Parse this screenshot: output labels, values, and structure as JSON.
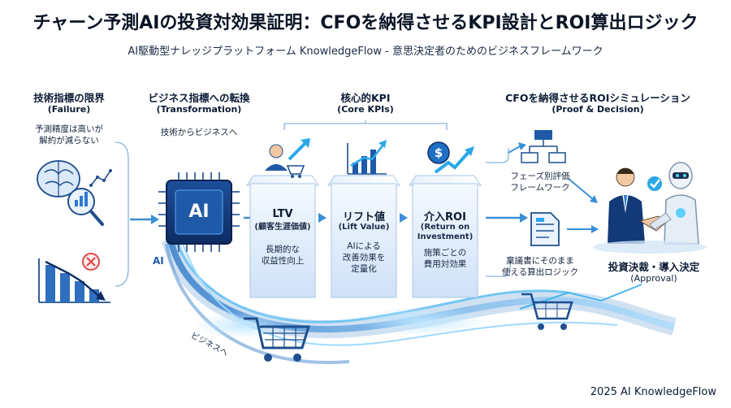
{
  "header": {
    "title": "チャーン予測AIの投資対効果証明：CFOを納得させるKPI設計とROI算出ロジック",
    "subtitle": "AI駆動型ナレッジプラットフォーム KnowledgeFlow - 意思決定者のためのビジネスフレームワーク"
  },
  "failure": {
    "title": "技術指標の限界",
    "title_en": "(Failure)",
    "note_line1": "予測精度は高いが",
    "note_line2": "解約が減らない"
  },
  "transformation": {
    "title": "ビジネス指標への転換",
    "title_en": "(Transformation)",
    "note": "技術からビジネスへ",
    "chip_label": "AI",
    "side_label": "AI",
    "flow_label": "ビジネスへ"
  },
  "core_kpi": {
    "title": "核心的KPI",
    "title_en": "(Core KPIs)",
    "pillars": [
      {
        "name": "LTV",
        "sub": "(顧客生涯価値)",
        "desc_line1": "長期的な",
        "desc_line2": "収益性向上",
        "desc_line3": ""
      },
      {
        "name": "リフト値",
        "sub": "(Lift Value)",
        "desc_line1": "AIによる",
        "desc_line2": "改善効果を",
        "desc_line3": "定量化"
      },
      {
        "name": "介入ROI",
        "sub_line1": "(Return on",
        "sub_line2": "Investment)",
        "desc_line1": "施策ごとの",
        "desc_line2": "費用対効果"
      }
    ]
  },
  "simulation": {
    "title": "CFOを納得させるROIシミュレーション",
    "title_en": "(Proof & Decision)",
    "item1_line1": "フェーズ別評価",
    "item1_line2": "フレームワーク",
    "item2_line1": "稟議書にそのまま",
    "item2_line2": "使える算出ロジック"
  },
  "decision": {
    "title": "投資決裁・導入決定",
    "title_en": "(Approval)"
  },
  "footer": {
    "text": "2025 AI KnowledgeFlow"
  },
  "colors": {
    "primary": "#1f6fc5",
    "accent": "#2aa8e8",
    "danger": "#e04848",
    "navy": "#0b1b33"
  }
}
